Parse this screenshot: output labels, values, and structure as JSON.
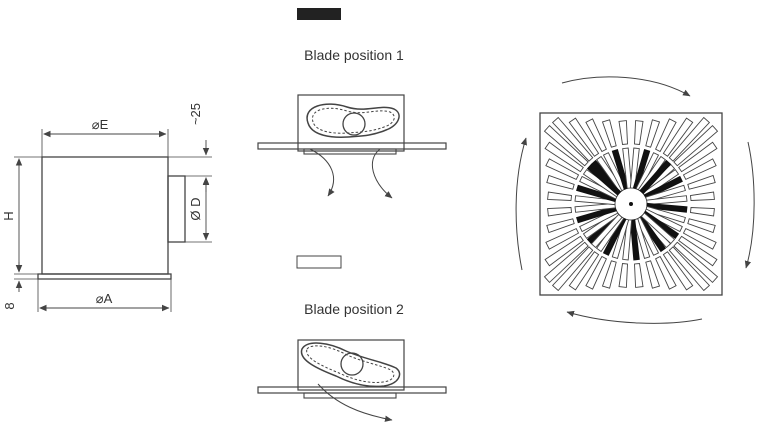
{
  "labels": {
    "blade_position_1": "Blade position 1",
    "blade_position_2": "Blade position 2",
    "dim_E": "⌀E",
    "dim_A": "⌀A",
    "dim_H": "H",
    "dim_D": "Ø D",
    "dim_25": "~25",
    "dim_8": "8"
  },
  "legend": {
    "filled_swatch_color": "#222222",
    "open_swatch_color": "#ffffff"
  },
  "grille": {
    "rays_per_side": 10,
    "blade_rings": 3,
    "blade_color": "#111111"
  }
}
